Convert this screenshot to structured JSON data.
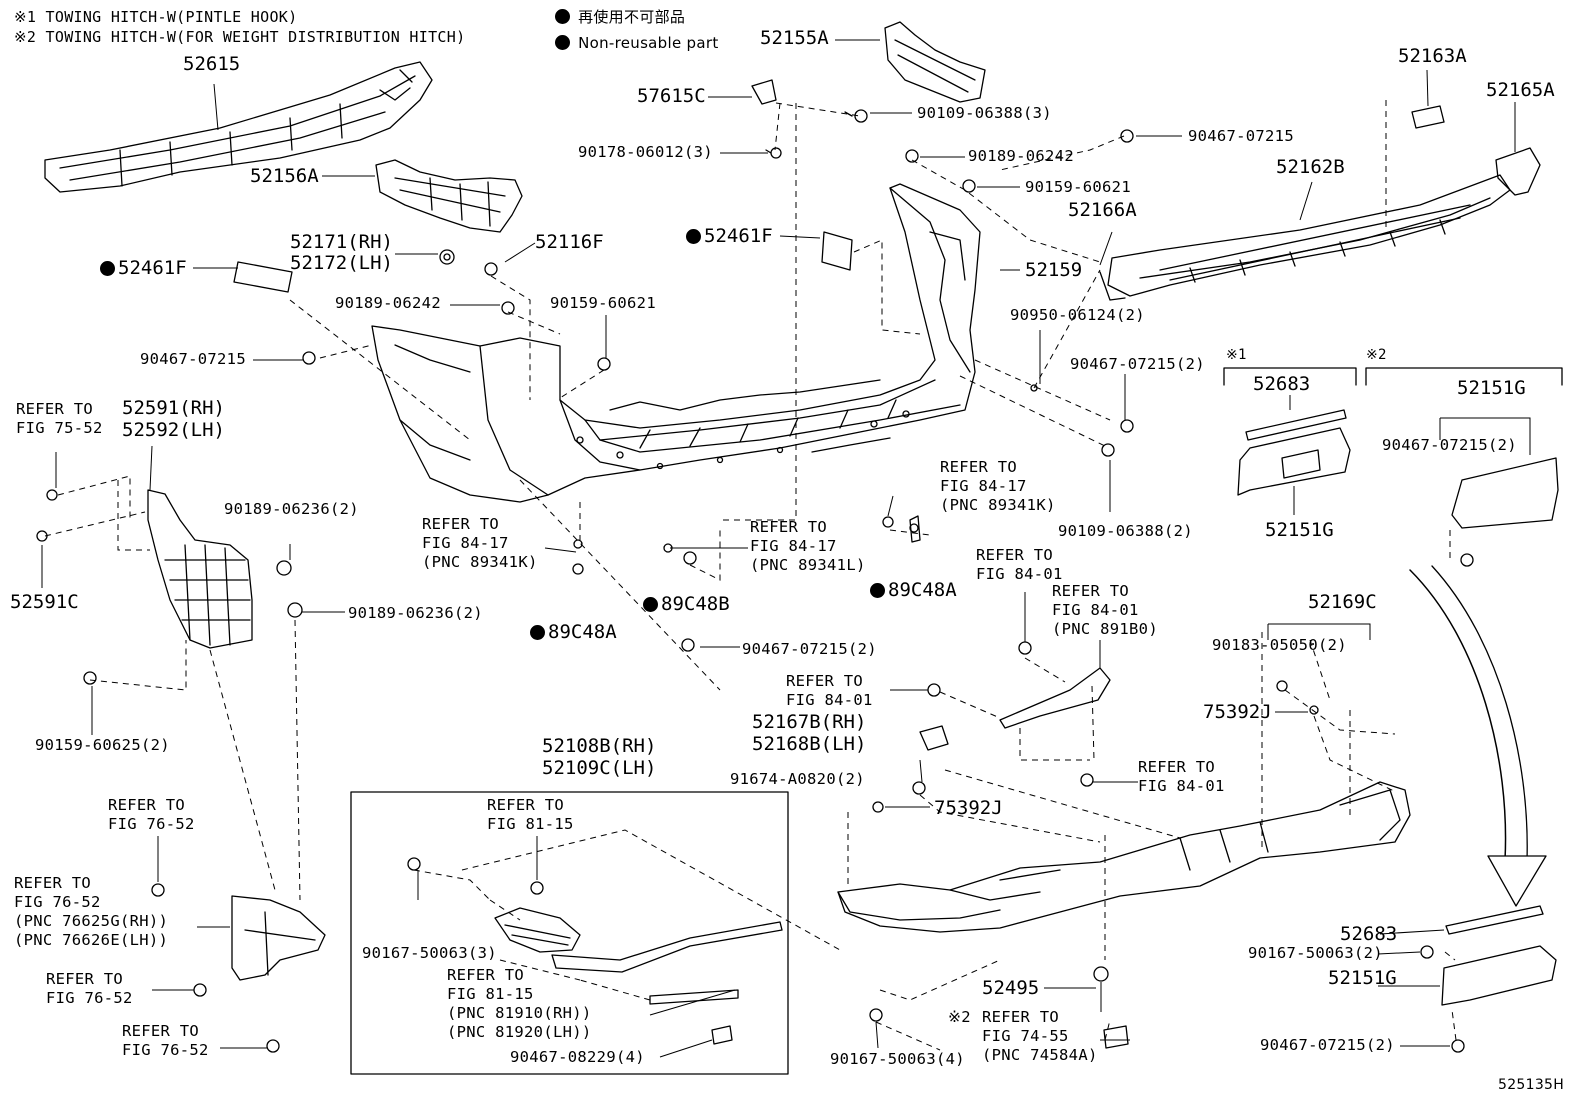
{
  "notes": {
    "n1": "※1 TOWING HITCH-W(PINTLE HOOK)",
    "n2": "※2 TOWING HITCH-W(FOR WEIGHT DISTRIBUTION HITCH)",
    "legend_jp": "再使用不可部品",
    "legend_en": "Non-reusable part",
    "figure_id": "525135H",
    "mark1": "※1",
    "mark2": "※2"
  },
  "labels": {
    "l52615": "52615",
    "l52156A": "52156A",
    "l52171": "52171(RH)",
    "l52172": "52172(LH)",
    "l52116F": "52116F",
    "l52461F_left": "52461F",
    "l90189_06242_a": "90189-06242",
    "l90159_60621_a": "90159-60621",
    "l90467_07215_a": "90467-07215",
    "l52155A": "52155A",
    "l57615C": "57615C",
    "l90178": "90178-06012(3)",
    "l90109_3": "90109-06388(3)",
    "l52461F_mid": "52461F",
    "l90189_06242_b": "90189-06242",
    "l90467_07215_b": "90467-07215",
    "l90159_60621_b": "90159-60621",
    "l52166A": "52166A",
    "l52159": "52159",
    "l52163A": "52163A",
    "l52165A": "52165A",
    "l52162B": "52162B",
    "l90950": "90950-06124(2)",
    "l90467_2_a": "90467-07215(2)",
    "l90109_2": "90109-06388(2)",
    "l52683_a": "52683",
    "l52151G_a": "52151G",
    "l52151G_b": "52151G",
    "l90467_2_b": "90467-07215(2)",
    "l_ref7552": "REFER TO\nFIG 75-52",
    "l52591": "52591(RH)",
    "l52592": "52592(LH)",
    "l52591C": "52591C",
    "l90189_06236_a": "90189-06236(2)",
    "l90189_06236_b": "90189-06236(2)",
    "l90159_60625": "90159-60625(2)",
    "l_ref8417_a": "REFER TO\nFIG 84-17\n(PNC 89341K)",
    "l_ref8417_b": "REFER TO\nFIG 84-17\n(PNC 89341L)",
    "l_ref8417_c": "REFER TO\nFIG 84-17\n(PNC 89341K)",
    "l89C48B": "89C48B",
    "l89C48A_a": "89C48A",
    "l89C48A_b": "89C48A",
    "l90467_2_c": "90467-07215(2)",
    "l_ref8401_a": "REFER TO\nFIG 84-01",
    "l_ref8401_b": "REFER TO\nFIG 84-01\n(PNC 891B0)",
    "l_ref8401_c": "REFER TO\nFIG 84-01",
    "l_ref8401_d": "REFER TO\nFIG 84-01",
    "l52167B": "52167B(RH)",
    "l52168B": "52168B(LH)",
    "l91674": "91674-A0820(2)",
    "l75392J_a": "75392J",
    "l75392J_b": "75392J",
    "l52169C": "52169C",
    "l90183": "90183-05050(2)",
    "l52108B": "52108B(RH)",
    "l52109C": "52109C(LH)",
    "l_ref8115_a": "REFER TO\nFIG 81-15",
    "l_ref8115_b": "REFER TO\nFIG 81-15\n(PNC 81910(RH))\n(PNC 81920(LH))",
    "l90167_3": "90167-50063(3)",
    "l90467_08229": "90467-08229(4)",
    "l_ref7652_a": "REFER TO\nFIG 76-52",
    "l_ref7652_b": "REFER TO\nFIG 76-52\n(PNC 76625G(RH))\n(PNC 76626E(LH))",
    "l_ref7652_c": "REFER TO\nFIG 76-52",
    "l_ref7652_d": "REFER TO\nFIG 76-52",
    "l52495": "52495",
    "l_ref7455": "REFER TO\nFIG 74-55\n(PNC 74584A)",
    "l90167_4": "90167-50063(4)",
    "l52683_b": "52683",
    "l90167_2": "90167-50063(2)",
    "l52151G_c": "52151G",
    "l90467_2_d": "90467-07215(2)"
  }
}
